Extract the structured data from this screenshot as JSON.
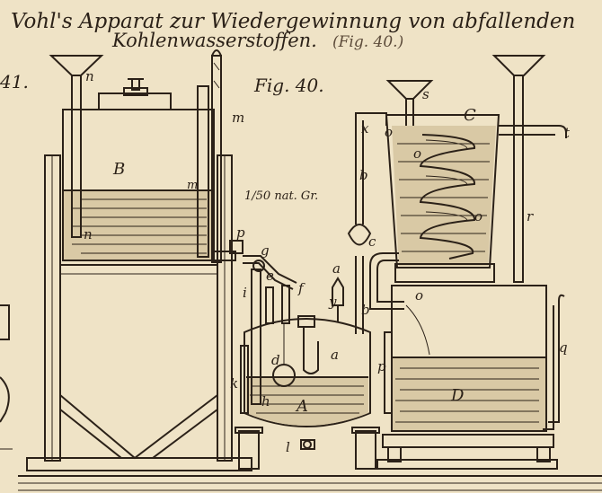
{
  "title": {
    "line1": "Vohl's Apparat zur Wiedergewinnung von abfallenden",
    "line2": "Kohlenwasserstoffen.",
    "note": "(Fig. 40.)"
  },
  "figure_label": "Fig. 40.",
  "previous_figure_fragment": "41.",
  "scale": "1/50 nat. Gr.",
  "labels": {
    "n_top": "n",
    "n_bottom": "n",
    "m_top": "m",
    "m_mid": "m",
    "B": "B",
    "p": "p",
    "g": "g",
    "i": "i",
    "e": "e",
    "f": "f",
    "a_top": "a",
    "y": "y",
    "b_mid": "b",
    "b_low": "b",
    "d": "d",
    "a_tank": "a",
    "A": "A",
    "k": "k",
    "h": "h",
    "l": "l",
    "s": "s",
    "C": "C",
    "t": "t",
    "x": "x",
    "o_top": "o",
    "o_coil1": "o",
    "o_coil2": "o",
    "o_pipe": "o",
    "c": "c",
    "r": "r",
    "q": "q",
    "p_right": "p",
    "D": "D"
  }
}
